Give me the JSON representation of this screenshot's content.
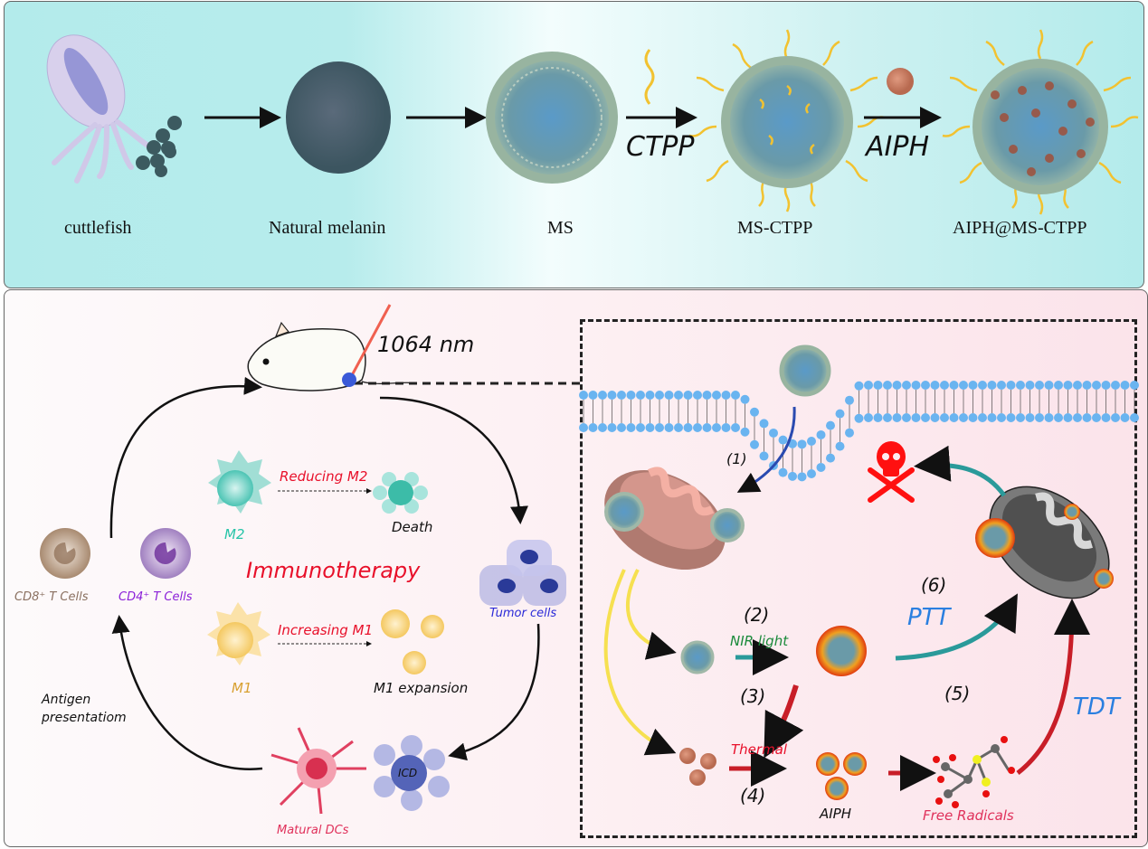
{
  "top_panel": {
    "stages": [
      {
        "label": "cuttlefish"
      },
      {
        "label": "Natural melanin"
      },
      {
        "label": "MS"
      },
      {
        "label": "MS-CTPP"
      },
      {
        "label": "AIPH@MS-CTPP"
      }
    ],
    "arrow_labels": {
      "ctpp": "CTPP",
      "aiph": "AIPH"
    }
  },
  "bottom_panel": {
    "laser_label": "1064 nm",
    "immunotherapy_title": "Immunotherapy",
    "m2": {
      "label": "M2",
      "action": "Reducing M2",
      "result": "Death"
    },
    "m1": {
      "label": "M1",
      "action": "Increasing M1",
      "result": "M1 expansion"
    },
    "t_cells": {
      "cd8": "CD8⁺ T Cells",
      "cd4": "CD4⁺ T Cells"
    },
    "tumor_label": "Tumor cells",
    "icd_label": "ICD",
    "dc_label": "Matural DCs",
    "antigen_label_1": "Antigen",
    "antigen_label_2": "presentatiom",
    "mechanism": {
      "step1": "(1)",
      "step2": "(2)",
      "step3": "(3)",
      "step4": "(4)",
      "step5": "(5)",
      "step6": "(6)",
      "nir_label": "NIR light",
      "thermal_label": "Thermal",
      "aiph_label": "AIPH",
      "radicals_label": "Free Radicals",
      "ptt_label": "PTT",
      "tdt_label": "TDT"
    }
  },
  "colors": {
    "m2": "#27c4a8",
    "m1": "#e0b040",
    "red_text": "#e8102a",
    "cd8": "#8a7060",
    "cd4": "#8a1fd8",
    "tumor": "#2a2ad8",
    "nir": "#1a8a3a",
    "blue_text": "#2a7fe0",
    "dc": "#e0305a"
  }
}
